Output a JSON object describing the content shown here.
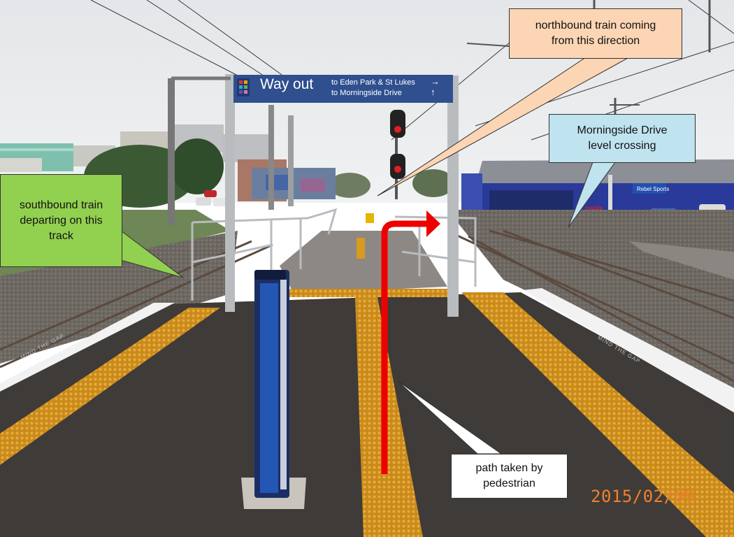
{
  "callouts": {
    "northbound": "northbound train coming\nfrom this direction",
    "crossing": "Morningside Drive\nlevel crossing",
    "southbound": "southbound train\ndeparting on this\ntrack",
    "path": "path taken by\npedestrian"
  },
  "date_stamp": "2015/02/09",
  "station_sign": {
    "main": "Way out",
    "line1": "to Eden Park & St Lukes",
    "line2": "to Morningside Drive",
    "arrow1": "→",
    "arrow2": "↑"
  },
  "background_signs": {
    "store": "Rebel Sports",
    "brand": "mazda"
  },
  "platform_markings": {
    "left": "MIND THE GAP",
    "right": "MIND THE GAP"
  },
  "colors": {
    "northbound_callout": "#fcd5b4",
    "crossing_callout": "#bfe3ef",
    "southbound_callout": "#92d050",
    "path_callout": "#ffffff",
    "route_arrow": "#ee0000",
    "date_stamp": "#f08030",
    "sign_blue": "#2f4f8f",
    "tactile_yellow": "#d89a22",
    "platform": "#3f3b39",
    "sky": "#e9eaec"
  }
}
